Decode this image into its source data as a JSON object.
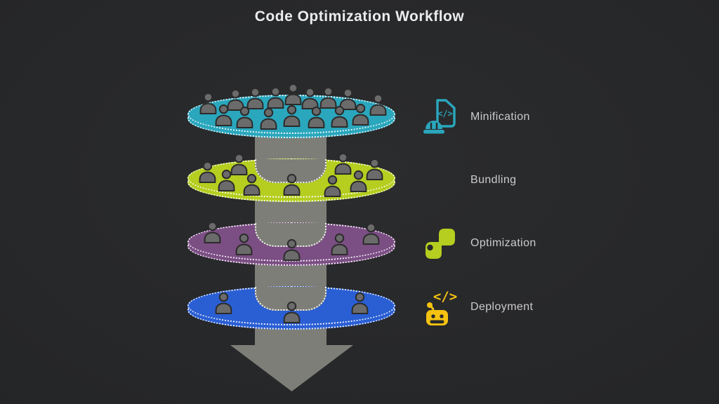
{
  "title": "Code Optimization Workflow",
  "stages": [
    {
      "label": "Minification",
      "disc_color": "#2AA7BD",
      "icon": "minification-icon",
      "icon_color": "#2AA7BD",
      "people_count": 16
    },
    {
      "label": "Bundling",
      "disc_color": "#B5CE1F",
      "icon": null,
      "icon_color": null,
      "people_count": 9
    },
    {
      "label": "Optimization",
      "disc_color": "#7B4E84",
      "icon": "optimization-icon",
      "icon_color": "#B5CE1F",
      "people_count": 5
    },
    {
      "label": "Deployment",
      "disc_color": "#2A5FD4",
      "icon": "deployment-icon",
      "icon_color": "#F5C211",
      "people_count": 3
    }
  ],
  "colors": {
    "background": "#27282A",
    "arrow": "#7E7E78",
    "person_fill": "#6B6B6B",
    "person_stroke": "#2B2B2B",
    "title_text": "#ECECEC",
    "label_text": "#CBCBCB",
    "dotted_border": "#FFFFFF"
  }
}
